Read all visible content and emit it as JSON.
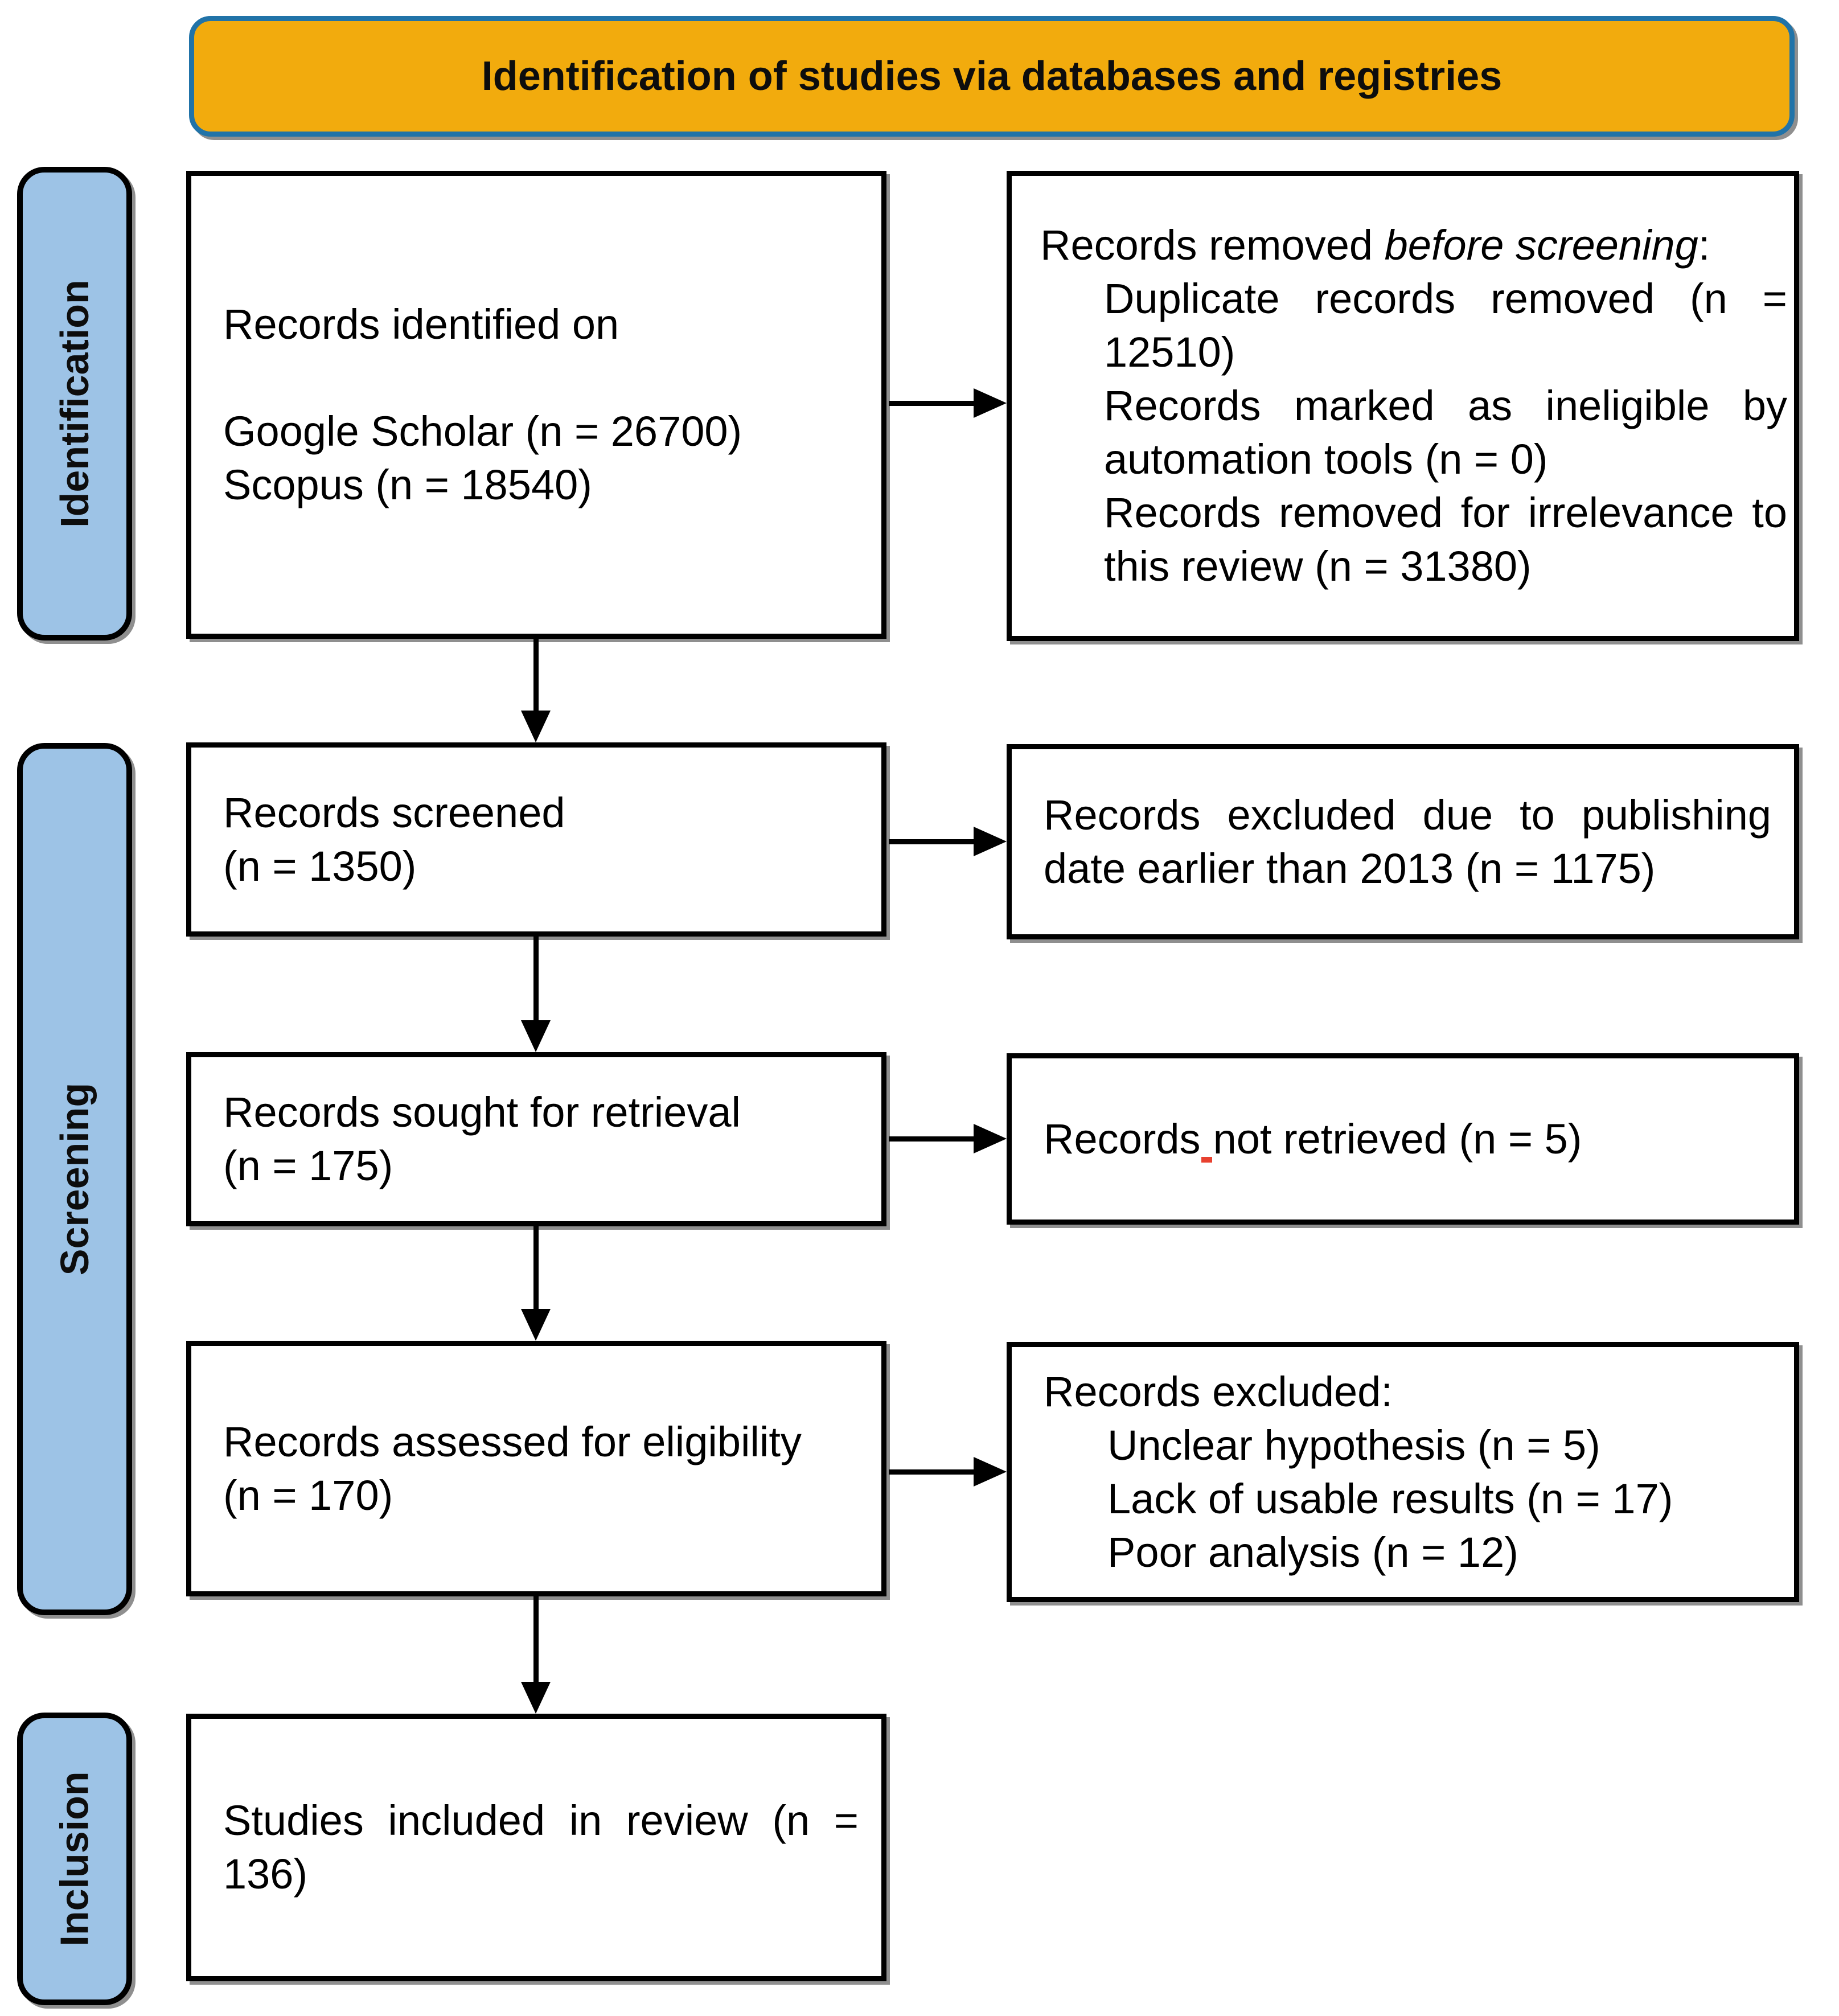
{
  "banner": {
    "title": "Identification of studies via databases and registries"
  },
  "side_labels": {
    "identification": "Identification",
    "screening": "Screening",
    "inclusion": "Inclusion"
  },
  "flow_boxes": {
    "identified": {
      "intro": "Records identified on",
      "sources": [
        "Google Scholar (n = 26700)",
        "Scopus (n = 18540)"
      ]
    },
    "screened": {
      "line1": "Records screened",
      "line2": "(n = 1350)"
    },
    "sought": {
      "line1": "Records sought for retrieval",
      "line2": "(n = 175)"
    },
    "assessed": {
      "line1": "Records assessed for eligibility",
      "line2": "(n = 170)"
    },
    "included": {
      "text": "Studies included in review (n = 136)"
    }
  },
  "exclusion_boxes": {
    "before_screening": {
      "heading_prefix": "Records removed ",
      "heading_emphasis": "before screening",
      "heading_suffix": ":",
      "items": [
        "Duplicate records removed (n = 12510)",
        "Records marked as ineligible by automation tools (n = 0)",
        "Records removed for irrelevance to this review (n = 31380)"
      ]
    },
    "publish_date": {
      "text": "Records excluded due to publishing date earlier than 2013 (n = 1175)"
    },
    "not_retrieved": {
      "word1": "Records",
      "rest": "not retrieved (n = 5)"
    },
    "excluded": {
      "heading": "Records excluded:",
      "items": [
        "Unclear hypothesis (n = 5)",
        "Lack of usable results (n = 17)",
        "Poor analysis (n = 12)"
      ]
    }
  },
  "colors": {
    "banner_fill": "#F2AB0D",
    "banner_border": "#2173A8",
    "side_label_fill": "#9DC3E6",
    "box_border": "#000000",
    "arrow": "#000000",
    "spellcheck_mark": "#E8412F"
  }
}
